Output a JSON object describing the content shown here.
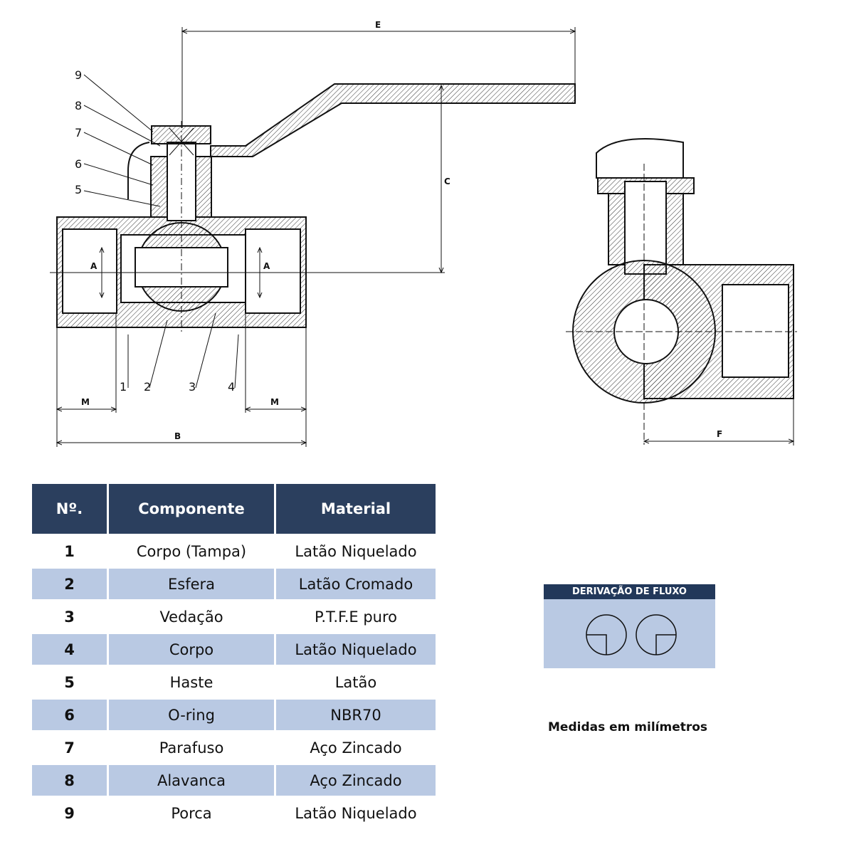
{
  "drawing": {
    "dimension_labels": {
      "E": "E",
      "C": "C",
      "A_left": "A",
      "A_right": "A",
      "M_left": "M",
      "M_right": "M",
      "B": "B",
      "F": "F"
    },
    "part_callouts": [
      "1",
      "2",
      "3",
      "4",
      "5",
      "6",
      "7",
      "8",
      "9"
    ]
  },
  "table": {
    "headers": [
      "Nº.",
      "Componente",
      "Material"
    ],
    "rows": [
      {
        "no": "1",
        "component": "Corpo (Tampa)",
        "material": "Latão Niquelado"
      },
      {
        "no": "2",
        "component": "Esfera",
        "material": "Latão Cromado"
      },
      {
        "no": "3",
        "component": "Vedação",
        "material": "P.T.F.E puro"
      },
      {
        "no": "4",
        "component": "Corpo",
        "material": "Latão Niquelado"
      },
      {
        "no": "5",
        "component": "Haste",
        "material": "Latão"
      },
      {
        "no": "6",
        "component": "O-ring",
        "material": "NBR70"
      },
      {
        "no": "7",
        "component": "Parafuso",
        "material": "Aço Zincado"
      },
      {
        "no": "8",
        "component": "Alavanca",
        "material": "Aço Zincado"
      },
      {
        "no": "9",
        "component": "Porca",
        "material": "Latão Niquelado"
      }
    ]
  },
  "flow_box": {
    "title": "DERIVAÇÃO DE FLUXO"
  },
  "note": "Medidas em milímetros",
  "colors": {
    "header": "#2b3f5e",
    "alt_row": "#b9c9e3"
  }
}
